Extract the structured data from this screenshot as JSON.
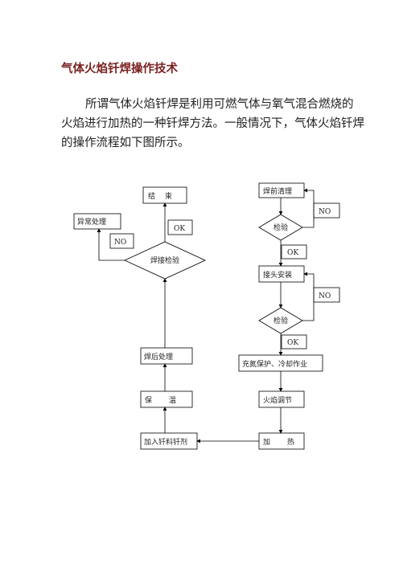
{
  "document": {
    "title": "气体火焰钎焊操作技术",
    "paragraph_lines": [
      "所谓气体火焰钎焊是利用可燃气体与氧气混合燃烧的",
      "火焰进行加热的一种钎焊方法。一般情况下，气体火焰钎焊",
      "的操作流程如下图所示。"
    ]
  },
  "flowchart": {
    "nodes": {
      "end": "结　 束",
      "abnormal": "异常处理",
      "inspect_weld": "焊接检验",
      "post_weld": "焊后处理",
      "keep_temp": "保　　 温",
      "add_filler": "加入钎料钎剂",
      "pre_clean": "焊前清理",
      "check1": "检验",
      "joint_install": "接头安装",
      "check2": "检验",
      "nitrogen": "充氮保护、冷却作业",
      "flame_adjust": "火焰调节",
      "heating": "加　　 热"
    },
    "labels": {
      "ok": "OK",
      "no": "NO"
    }
  }
}
